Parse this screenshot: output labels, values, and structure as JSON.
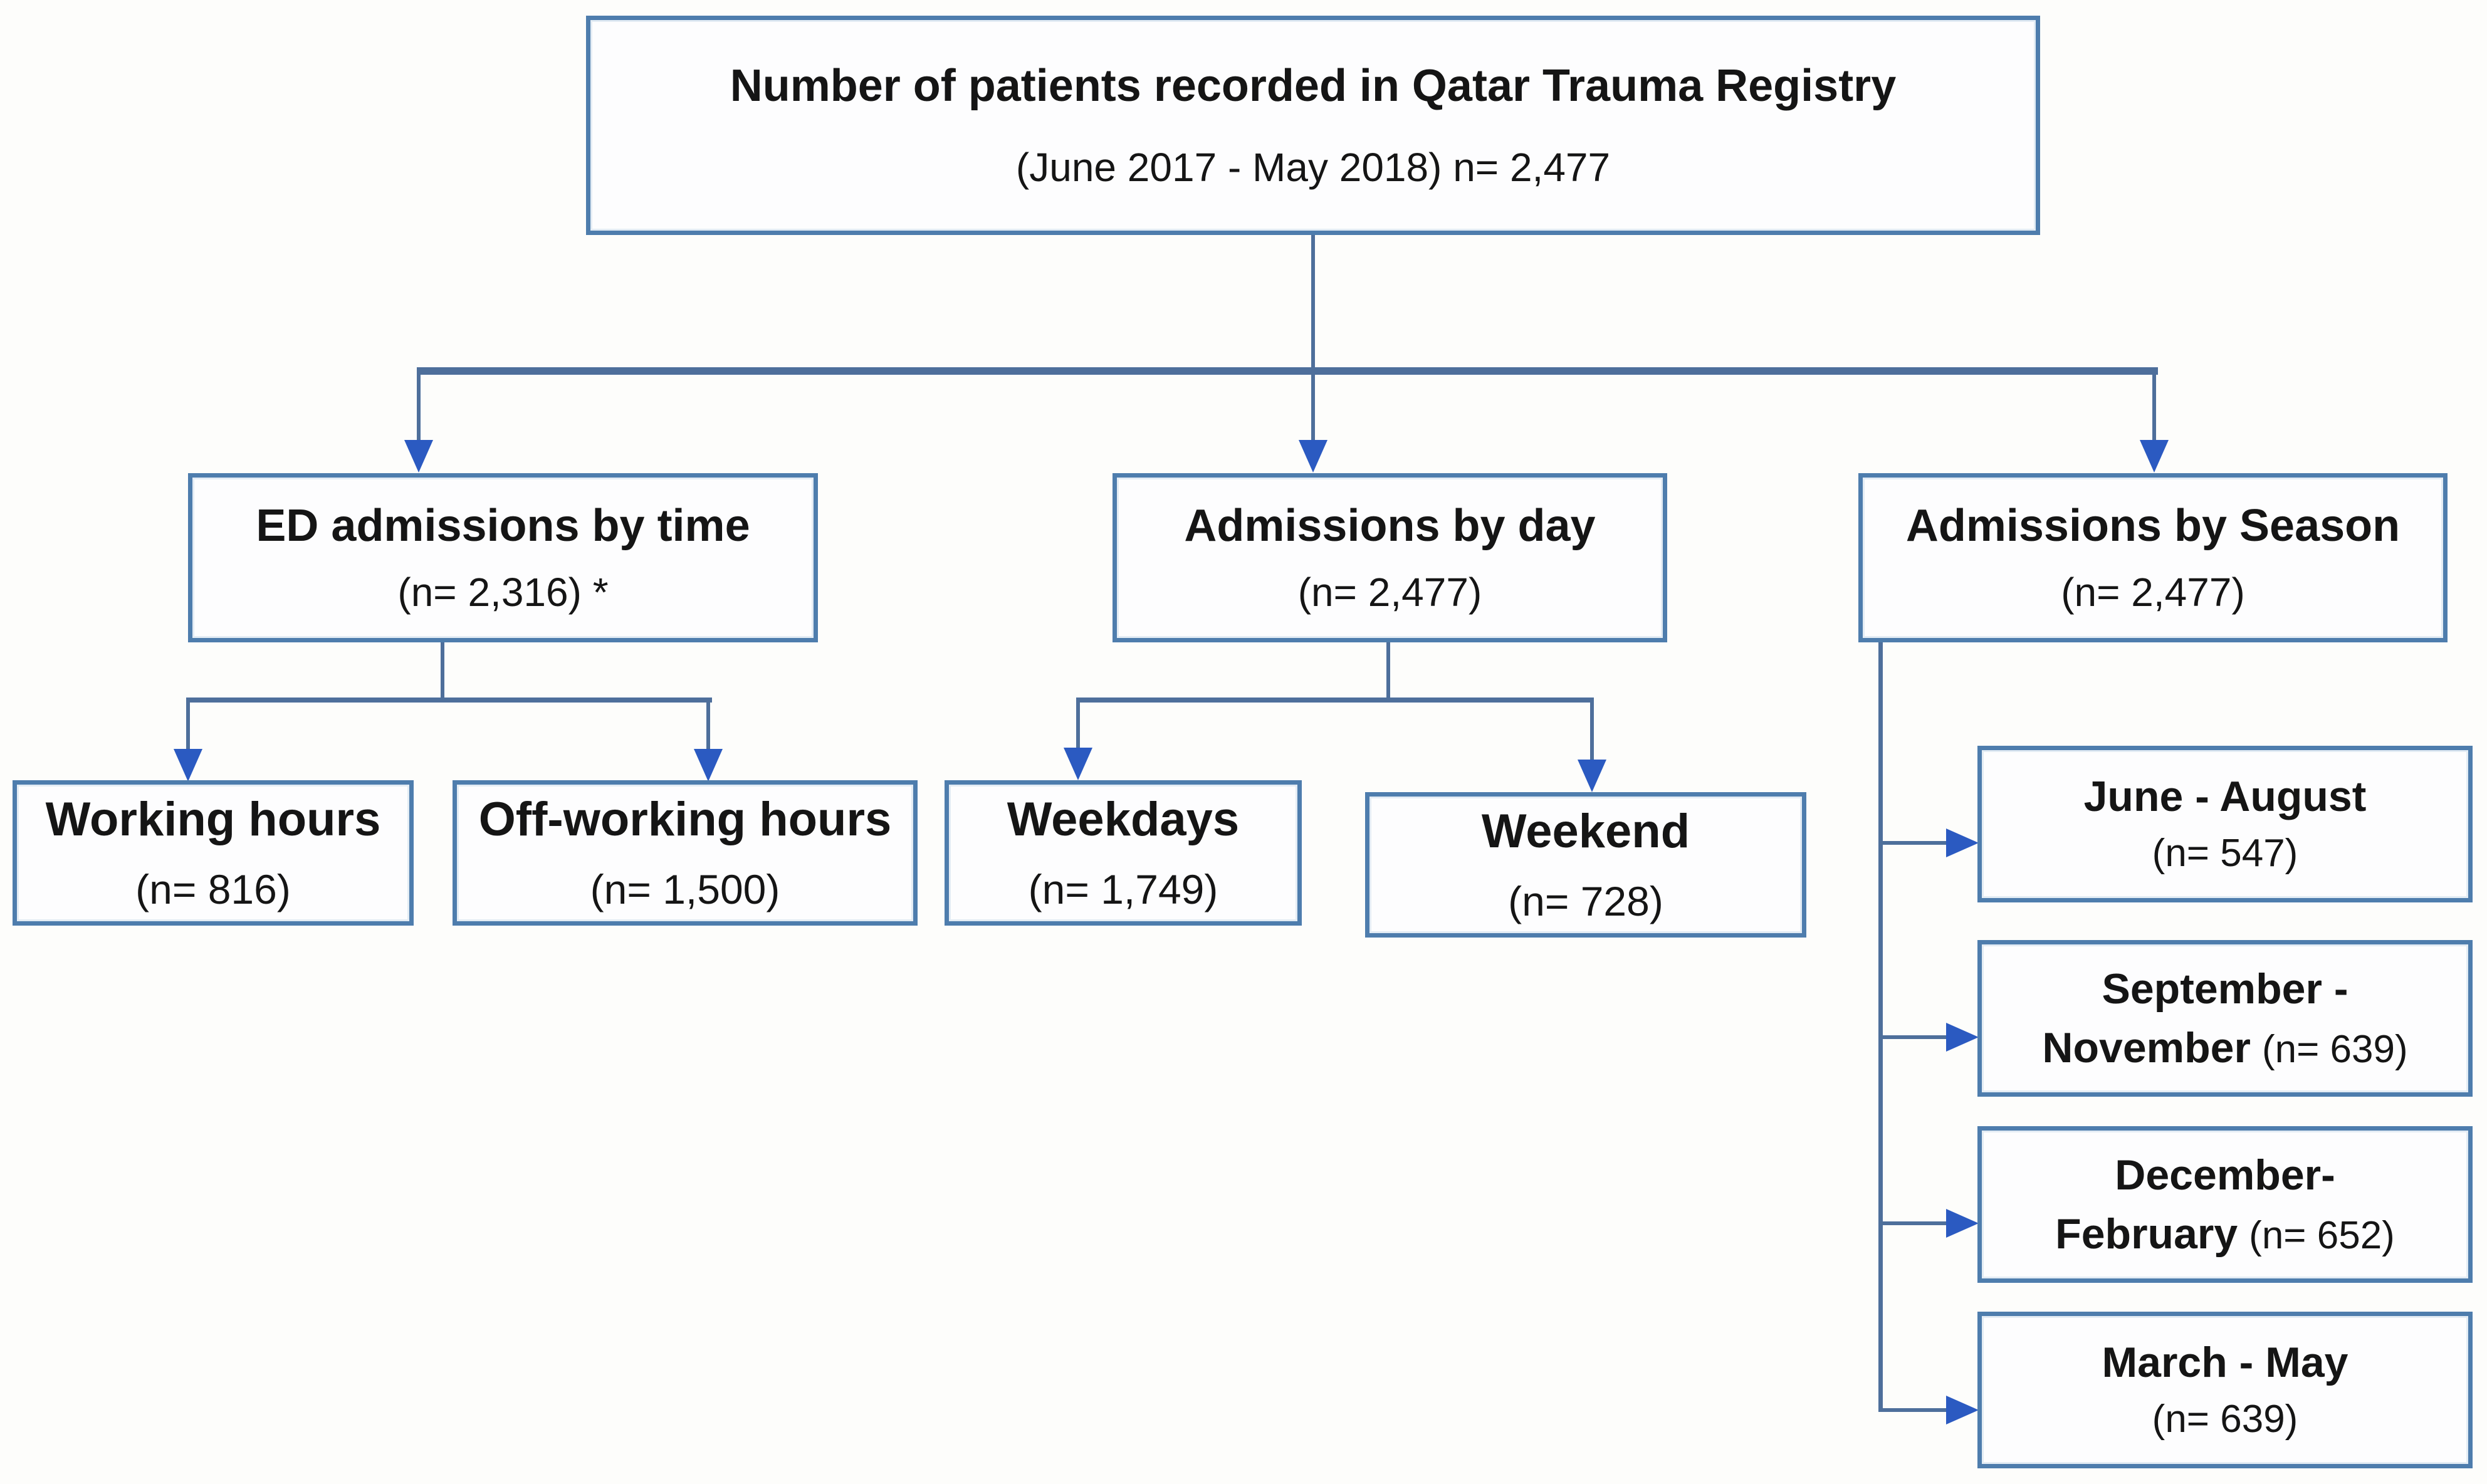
{
  "colors": {
    "line": "#4e6f9b",
    "arrow": "#2b5ac1",
    "border": "#4e7dad",
    "boxfill": "#fdfdfe",
    "bg": "#fdfdfb",
    "text": "#151515"
  },
  "nodes": {
    "root": {
      "title": "Number of patients recorded in Qatar Trauma Registry",
      "subtitle": "(June 2017 - May  2018) n= 2,477"
    },
    "time": {
      "title": "ED admissions by time",
      "count": "(n= 2,316) *"
    },
    "day": {
      "title": "Admissions  by day",
      "count": "(n= 2,477)"
    },
    "season": {
      "title": "Admissions  by  Season",
      "count": "(n= 2,477)"
    },
    "working": {
      "title": "Working hours",
      "count": "(n= 816)"
    },
    "offworking": {
      "title": "Off-working hours",
      "count": "(n= 1,500)"
    },
    "weekdays": {
      "title": "Weekdays",
      "count": "(n= 1,749)"
    },
    "weekend": {
      "title": "Weekend",
      "count": "(n= 728)"
    },
    "jun_aug": {
      "title": "June - August",
      "count": "(n= 547)"
    },
    "sep_nov": {
      "title_line1": "September -",
      "title_line2": "November",
      "count": "(n= 639)"
    },
    "dec_feb": {
      "title_line1": "December-",
      "title_line2": "February",
      "count": "(n= 652)"
    },
    "mar_may": {
      "title": "March - May",
      "count": "(n= 639)"
    }
  }
}
